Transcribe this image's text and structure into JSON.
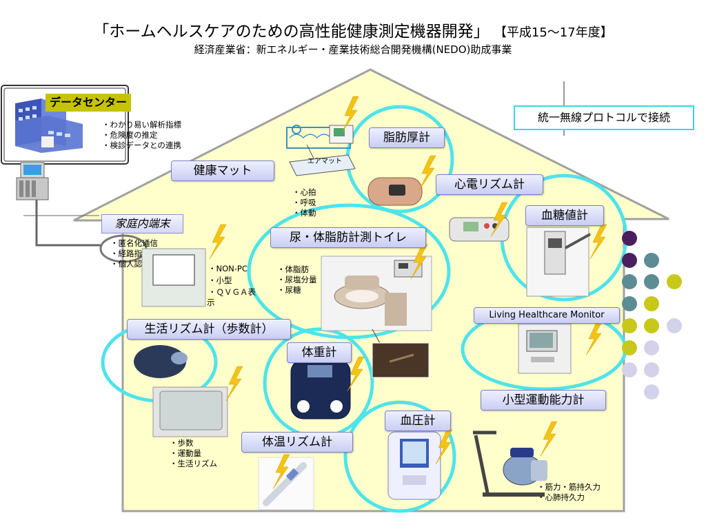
{
  "header": {
    "title": "「ホームヘルスケアのための高性能健康測定機器開発」",
    "title_sub": "【平成15～17年度】",
    "subtitle": "経済産業省：新エネルギー・産業技術総合開発機構(NEDO)助成事業"
  },
  "datacenter": {
    "label": "データセンター",
    "notes": [
      "・わかり易い解析指標",
      "・危険度の推定",
      "・検診データとの連携"
    ]
  },
  "protocol_box": "統一無線プロトコルで接続",
  "home_terminal": {
    "label": "家庭内端末",
    "notes": [
      "・匿名化通信",
      "・経路指",
      "・個人認"
    ],
    "specs": [
      "・NON-PC",
      "・小型",
      "・ＱＶＧＡ表",
      "示"
    ]
  },
  "devices": {
    "health_mat": "健康マット",
    "air_mat": "エアマット",
    "mat_notes": [
      "・心拍",
      "・呼吸",
      "・体動"
    ],
    "body_fat_thickness": "脂肪厚計",
    "ecg": "心電リズム計",
    "blood_sugar": "血糖値計",
    "toilet": "尿・体脂肪計測トイレ",
    "toilet_notes": [
      "・体脂肪",
      "・尿塩分量",
      "・尿糖"
    ],
    "lhm": "Living Healthcare Monitor",
    "activity": "生活リズム計（歩数計）",
    "activity_notes": [
      "・歩数",
      "・運動量",
      "・生活リズム"
    ],
    "weight": "体重計",
    "blood_pressure": "血圧計",
    "temperature": "体温リズム計",
    "exercise": "小型運動能力計",
    "exercise_notes": [
      "・筋力・筋持久力",
      "・心肺持久力"
    ]
  },
  "colors": {
    "house_fill": "#ffffcc",
    "house_stroke": "#9a9a9a",
    "ring": "#4fe3ea",
    "bolt": "#f3c316",
    "dot_purple": "#4b1f5e",
    "dot_teal": "#5c8c94",
    "dot_olive": "#c8c81a",
    "dot_lavender": "#d4d2ea"
  },
  "icons": [
    "datacenter-building-icon",
    "computer-server-icon",
    "lightning-bolt-icon",
    "device-image-icon"
  ]
}
